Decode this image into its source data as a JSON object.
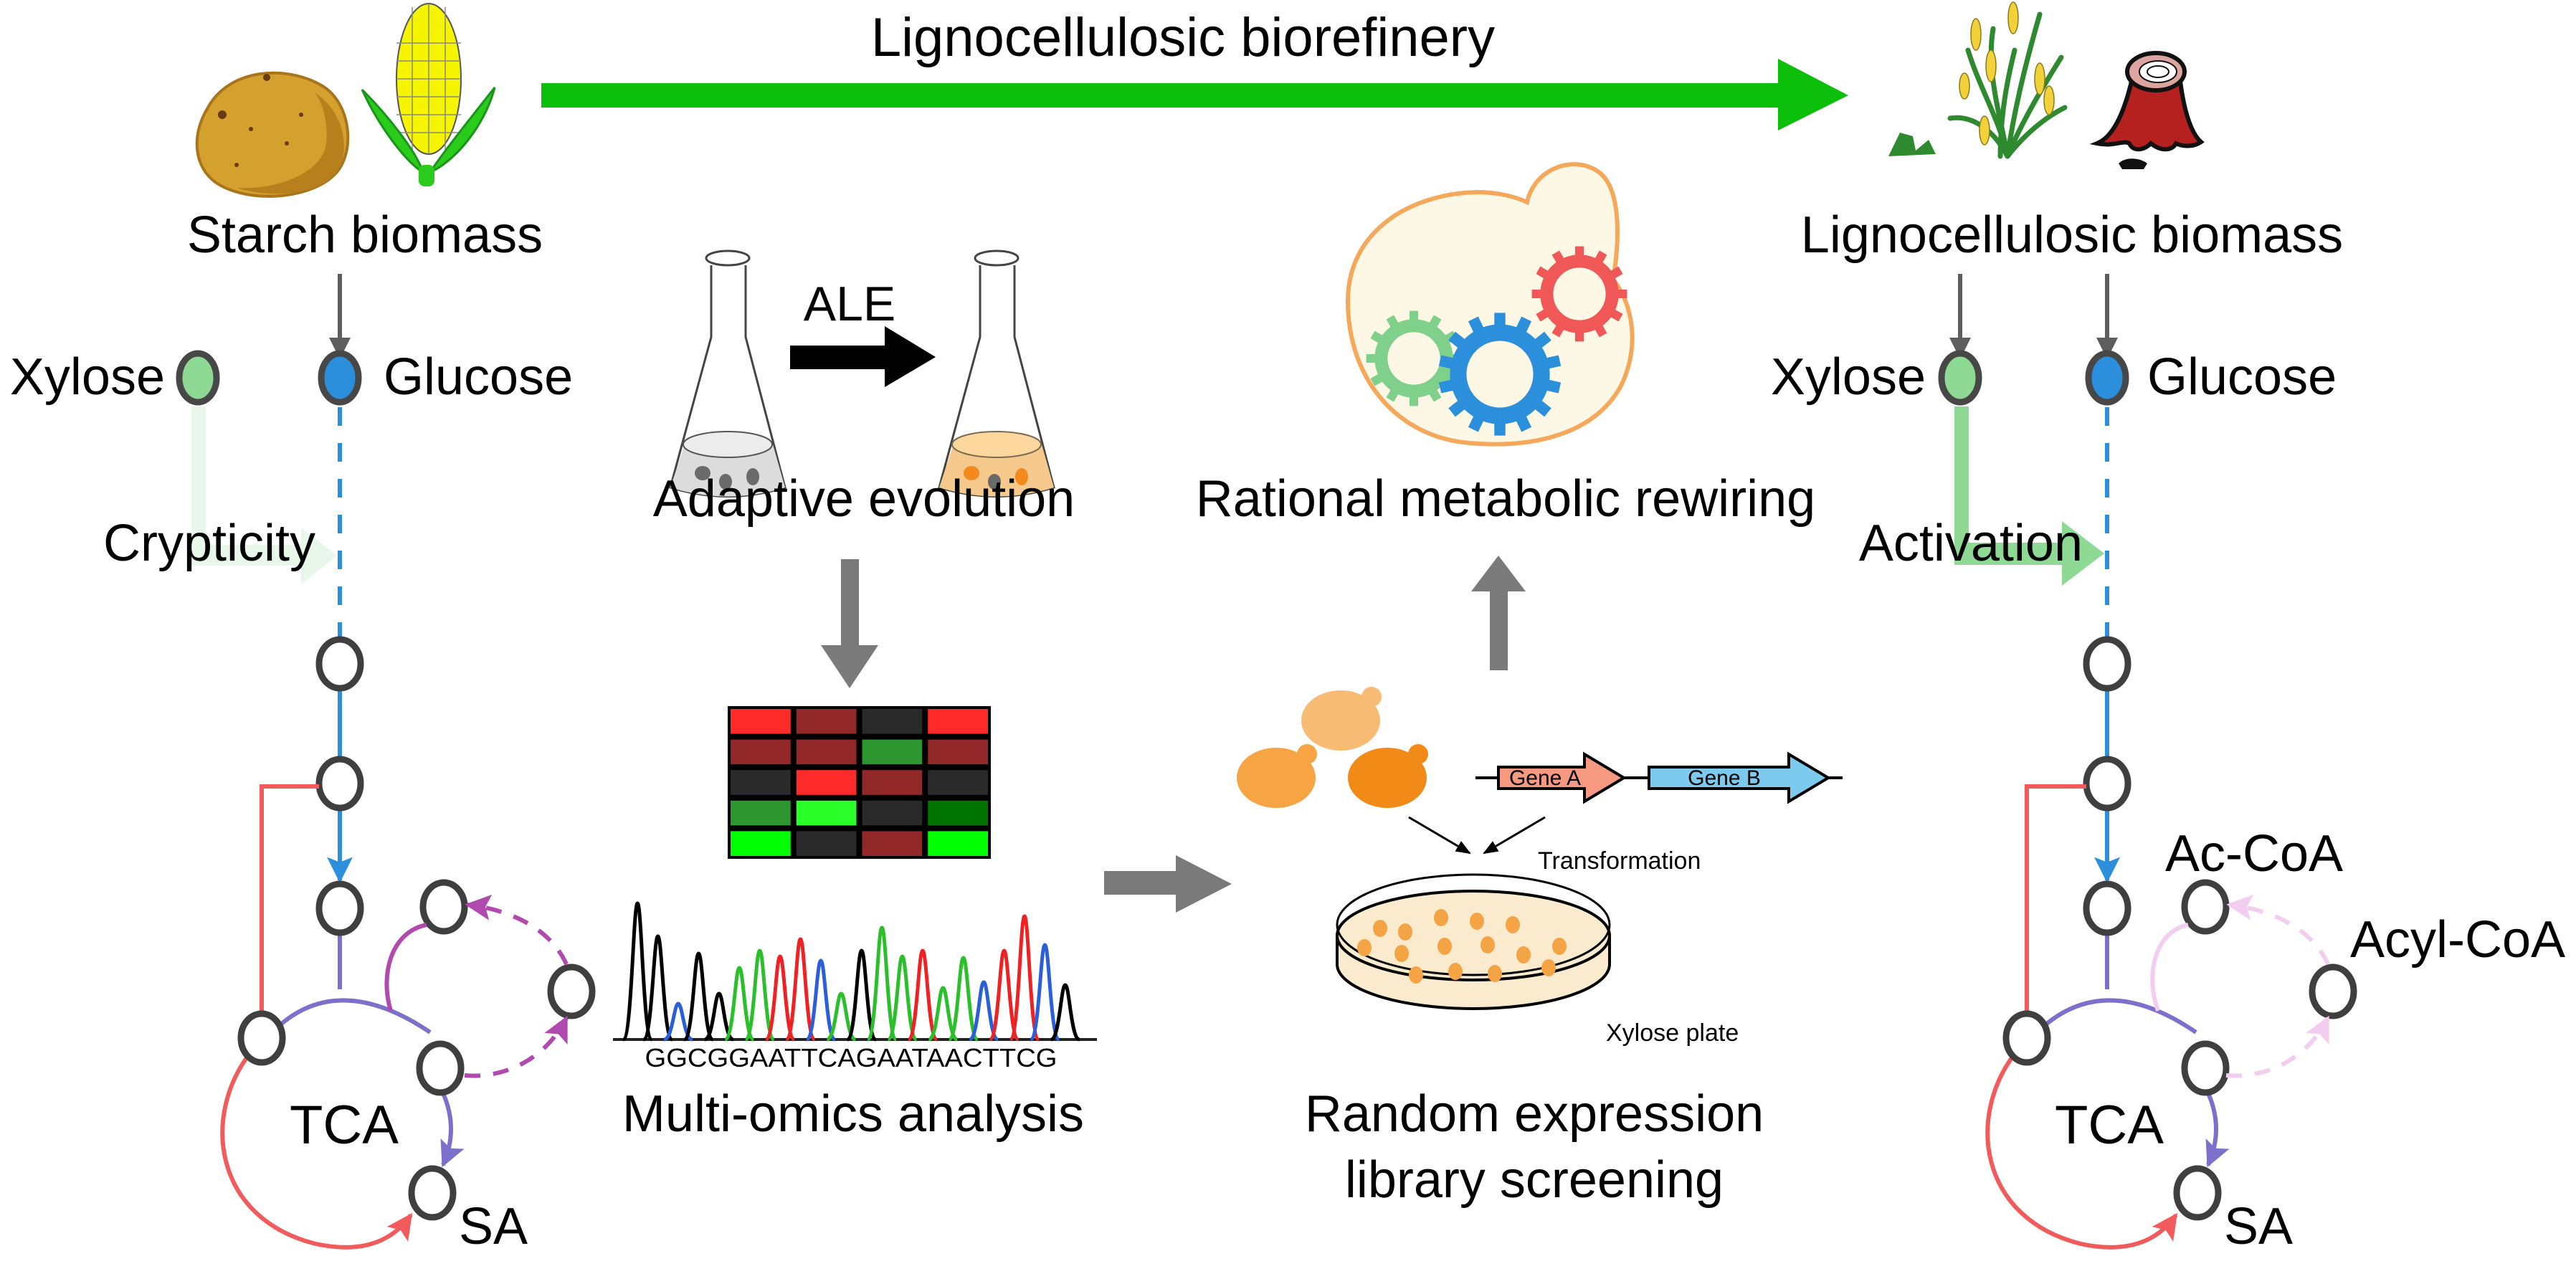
{
  "title": "Lignocellulosic biorefinery",
  "colors": {
    "biorefinery_arrow": "#0bbf0b",
    "glucose_node": "#2b8fdb",
    "xylose_node": "#8ed994",
    "xylose_cryptic": "#e9f7ea",
    "pathway_blue": "#2b8fdb",
    "pathway_red": "#f25b5b",
    "pathway_purple": "#7b70cc",
    "branch_magenta": "#b04aaf",
    "branch_pink_faded": "#f3cdf0",
    "gray_arrow": "#7a7a7a",
    "yeast_membrane": "#f5a85a",
    "yeast_cytoplasm": "#fdf8e6",
    "gear_green": "#7fd08b",
    "gear_blue": "#2b8fdb",
    "gear_red": "#f05757",
    "gene_a": "#f59a80",
    "gene_b": "#7ccbee",
    "plate_fill": "#faebcf",
    "colony": "#f5a445"
  },
  "left_panel": {
    "source_label": "Starch biomass",
    "icons": [
      "potato-icon",
      "corn-icon"
    ],
    "xylose_label": "Xylose",
    "glucose_label": "Glucose",
    "xylose_state_label": "Crypticity",
    "cycle_label": "TCA",
    "product_label": "SA"
  },
  "right_panel": {
    "source_label": "Lignocellulosic biomass",
    "icons": [
      "grass-icon",
      "tree-stump-icon"
    ],
    "xylose_label": "Xylose",
    "glucose_label": "Glucose",
    "xylose_state_label": "Activation",
    "cycle_label": "TCA",
    "product_label": "SA",
    "branch_labels": [
      "Ac-CoA",
      "Acyl-CoA"
    ]
  },
  "middle": {
    "ale": {
      "arrow_label": "ALE",
      "caption": "Adaptive evolution"
    },
    "omics": {
      "caption": "Multi-omics analysis",
      "sequence": "GGCGGAATTCAGAATAACTTCG",
      "heatmap": {
        "rows": 5,
        "cols": 4,
        "cells": [
          [
            "#ff2a2a",
            "#922828",
            "#2a2a2a",
            "#ff2a2a"
          ],
          [
            "#922828",
            "#922828",
            "#2e962e",
            "#922828"
          ],
          [
            "#2a2a2a",
            "#ff2a2a",
            "#922828",
            "#2a2a2a"
          ],
          [
            "#2e962e",
            "#2aff2a",
            "#2a2a2a",
            "#007400"
          ],
          [
            "#00ff00",
            "#2a2a2a",
            "#922828",
            "#00ff00"
          ]
        ]
      }
    },
    "library": {
      "gene_a_label": "Gene A",
      "gene_b_label": "Gene B",
      "transformation_label": "Transformation",
      "plate_label": "Xylose plate",
      "caption_line1": "Random expression",
      "caption_line2": "library screening"
    },
    "rewiring": {
      "caption": "Rational metabolic rewiring"
    }
  }
}
